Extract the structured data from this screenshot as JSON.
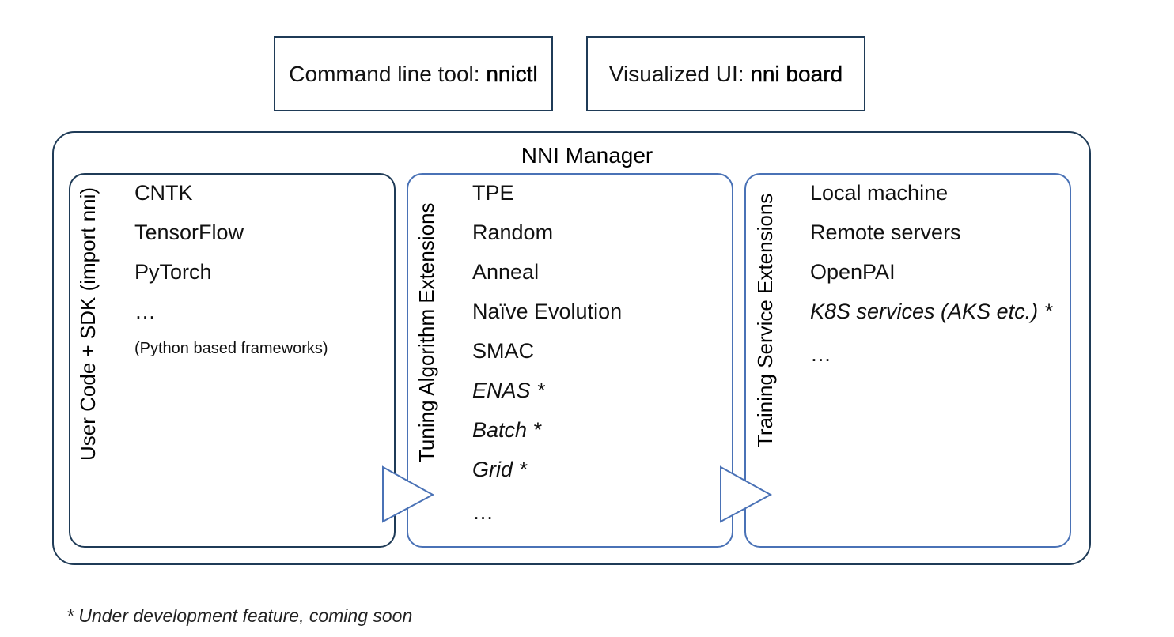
{
  "top_boxes": {
    "cli": {
      "prefix": "Command line tool: ",
      "name": "nnictl"
    },
    "ui": {
      "prefix": "Visualized UI: ",
      "name": "nni board"
    }
  },
  "manager": {
    "title": "NNI Manager"
  },
  "panels": {
    "user_code": {
      "label": "User Code + SDK (import nni)",
      "items": [
        "CNTK",
        "TensorFlow",
        "PyTorch",
        "…"
      ],
      "note": "(Python based frameworks)"
    },
    "tuning": {
      "label": "Tuning Algorithm Extensions",
      "items": [
        "TPE",
        "Random",
        "Anneal",
        "Naïve Evolution",
        "SMAC",
        "ENAS *",
        "Batch *",
        "Grid *",
        "…"
      ]
    },
    "training": {
      "label": "Training Service Extensions",
      "items": [
        "Local machine",
        "Remote servers",
        "OpenPAI",
        "K8S services (AKS etc.) *",
        "…"
      ]
    }
  },
  "footnote": "* Under development feature, coming soon",
  "colors": {
    "dark_border": "#1f3b57",
    "blue_border": "#4a72b6",
    "arrow": "#4a72b6"
  }
}
